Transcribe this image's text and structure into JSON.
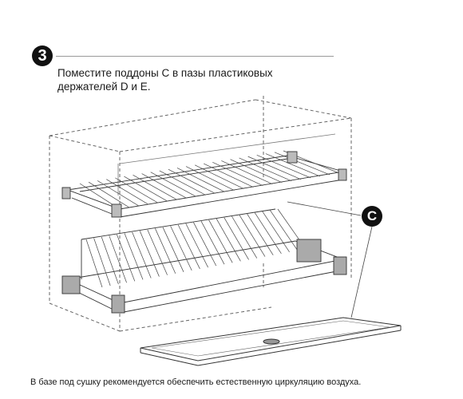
{
  "step": {
    "number": "3",
    "instruction_lines": [
      "Поместите поддоны С в пазы пластиковых",
      "держателей D и E."
    ]
  },
  "callout": {
    "label": "C"
  },
  "footnote": "В базе под сушку рекомендуется обеспечить естественную циркуляцию воздуха.",
  "colors": {
    "ink": "#1a1a1a",
    "line": "#555555",
    "badge": "#111111"
  }
}
